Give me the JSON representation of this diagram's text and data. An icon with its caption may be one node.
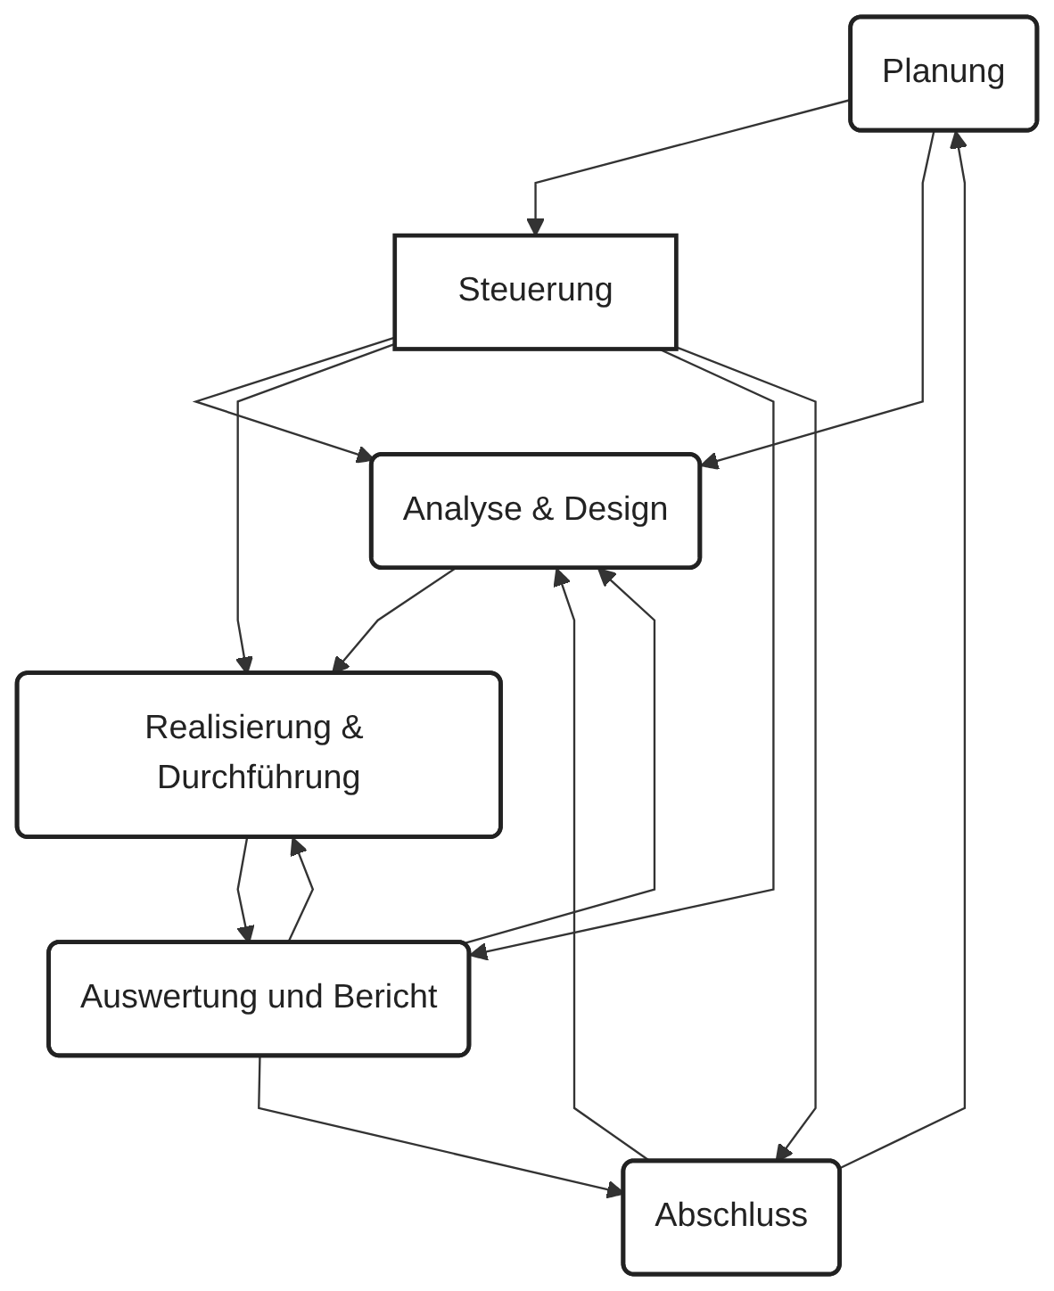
{
  "diagram": {
    "nodes": [
      {
        "text": [
          "Planung"
        ]
      },
      {
        "text": [
          "Analyse & Design"
        ]
      },
      {
        "text": [
          "Realisierung & Durchführung"
        ]
      },
      {
        "text": [
          "Auswertung und Bericht"
        ]
      },
      {
        "text": [
          "Abschluss"
        ]
      },
      {
        "text": [
          "Steuerung"
        ]
      }
    ],
    "edges": [
      {
        "from": 0,
        "to": 5,
        "arrow": "to"
      },
      {
        "from": 0,
        "to": 1,
        "arrow": "to"
      },
      {
        "from": 1,
        "to": 2,
        "arrow": "to"
      },
      {
        "from": 2,
        "to": 3,
        "arrow": "to"
      },
      {
        "from": 3,
        "to": 4,
        "arrow": "to"
      },
      {
        "from": 5,
        "to": 1,
        "arrow": "to"
      },
      {
        "from": 5,
        "to": 2,
        "arrow": "to"
      },
      {
        "from": 5,
        "to": 3,
        "arrow": "to"
      },
      {
        "from": 5,
        "to": 4,
        "arrow": "to"
      },
      {
        "from": 4,
        "to": 0,
        "arrow": "to"
      },
      {
        "from": 4,
        "to": 1,
        "arrow": "to"
      },
      {
        "from": 3,
        "to": 1,
        "arrow": "to"
      },
      {
        "from": 3,
        "to": 2,
        "arrow": "to"
      }
    ]
  }
}
